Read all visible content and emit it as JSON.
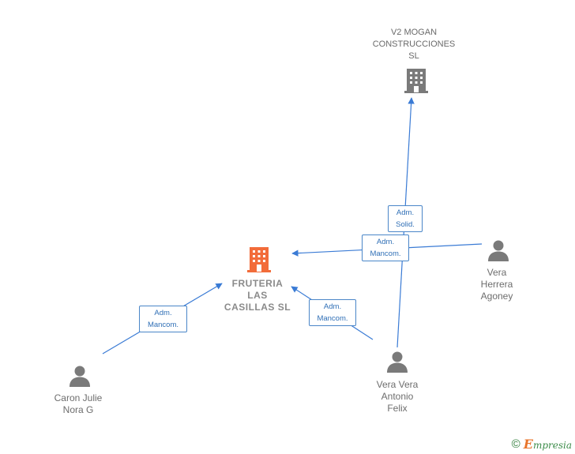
{
  "nodes": {
    "v2_mogan": {
      "label": "V2 MOGAN\nCONSTRUCCIONES\nSL",
      "icon": "building-icon",
      "color": "#7a7a7a"
    },
    "fruteria": {
      "label": "FRUTERIA\nLAS\nCASILLAS  SL",
      "icon": "building-icon",
      "color": "#f26c3a"
    },
    "vera_herrera": {
      "label": "Vera\nHerrera\nAgoney",
      "icon": "person-icon",
      "color": "#7a7a7a"
    },
    "vera_vera": {
      "label": "Vera Vera\nAntonio\nFelix",
      "icon": "person-icon",
      "color": "#7a7a7a"
    },
    "caron_julie": {
      "label": "Caron Julie\nNora G",
      "icon": "person-icon",
      "color": "#7a7a7a"
    }
  },
  "relations": {
    "adm_solid": {
      "line1": "Adm.",
      "line2": "Solid."
    },
    "adm_mancom_top": {
      "line1": "Adm.",
      "line2": "Mancom."
    },
    "adm_mancom_left": {
      "line1": "Adm.",
      "line2": "Mancom."
    },
    "adm_mancom_right": {
      "line1": "Adm.",
      "line2": "Mancom."
    }
  },
  "edge_color": "#3a7bd5",
  "footer": {
    "copyright": "©",
    "brand_initial": "E",
    "brand_rest": "mpresia"
  }
}
